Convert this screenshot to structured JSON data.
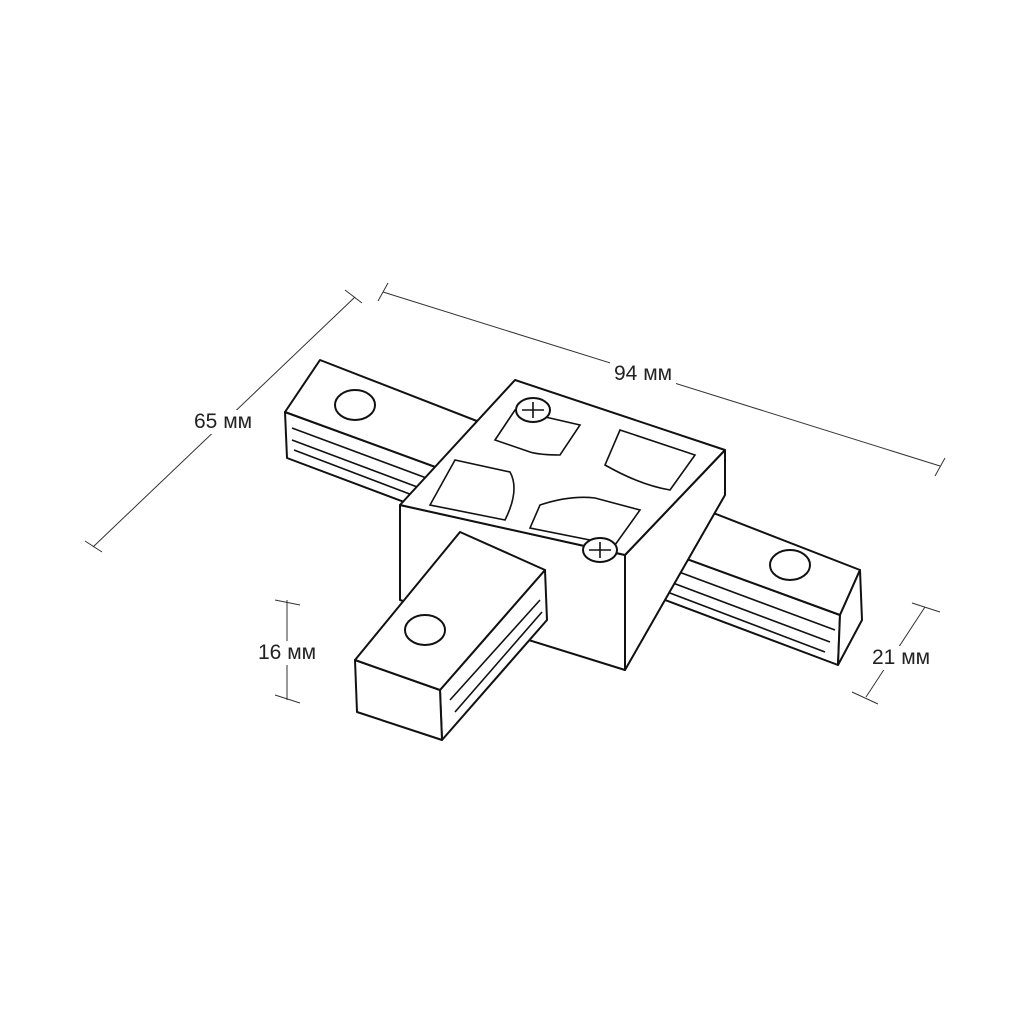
{
  "dimensions": {
    "length": "94 мм",
    "width": "65 мм",
    "branch_height": "16 мм",
    "block_height": "21 мм"
  }
}
